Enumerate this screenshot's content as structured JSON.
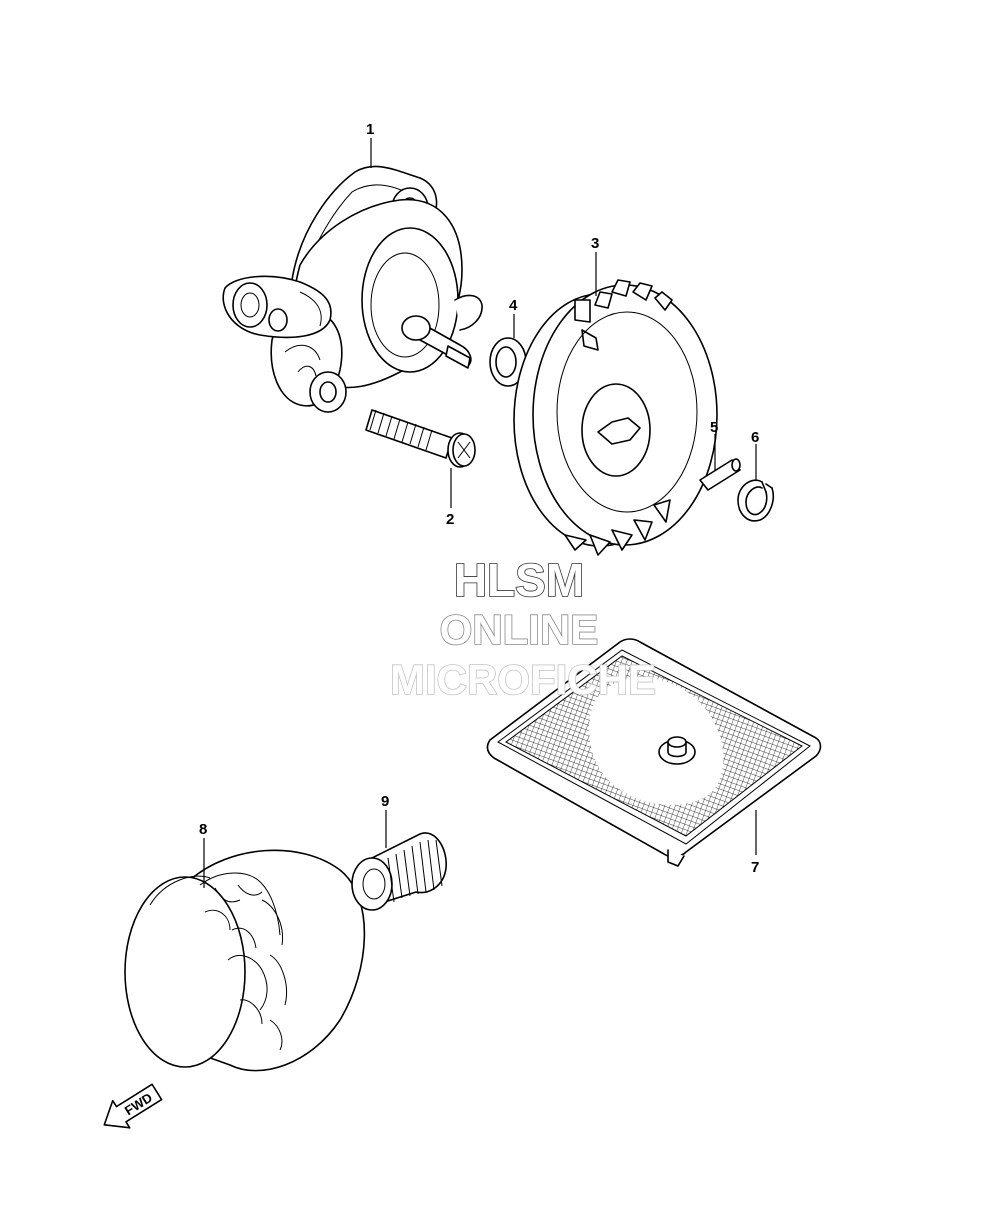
{
  "diagram": {
    "callouts": [
      "1",
      "2",
      "3",
      "4",
      "5",
      "6",
      "7",
      "8",
      "9"
    ],
    "watermark": {
      "line1": "HLSM",
      "line2": "ONLINE",
      "line3": "MICROFICHE",
      "color1": "#333333",
      "color2": "#8a8a8a",
      "color3": "#c4c4c4"
    },
    "fwd_label": "FWD",
    "fwd_icon": "fwd-arrow-icon"
  }
}
